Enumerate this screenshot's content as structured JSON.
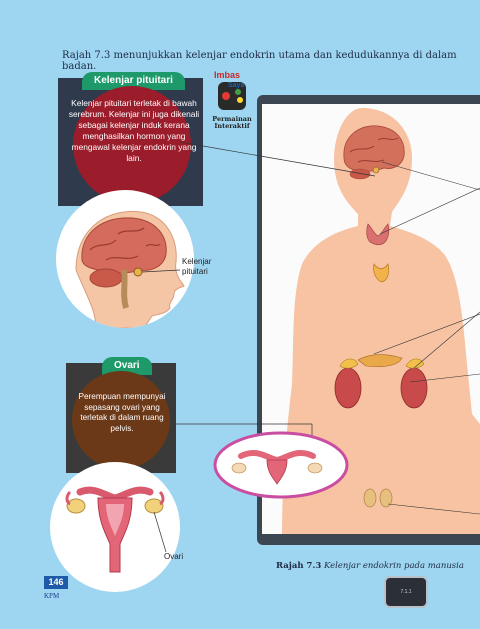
{
  "intro": "Rajah 7.3 menunjukkan kelenjar endokrin utama dan kedudukannya di dalam badan.",
  "pituitari": {
    "title": "Kelenjar pituitari",
    "text": "Kelenjar pituitari terletak di bawah serebrum. Kelenjar ini juga dikenali sebagai kelenjar induk kerana menghasilkan hormon yang mengawal kelenjar endokrin yang lain.",
    "label": "Kelenjar pituitari"
  },
  "ovari": {
    "title": "Ovari",
    "text": "Perempuan mempunyai sepasang ovari yang terletak di dalam ruang pelvis.",
    "label": "Ovari"
  },
  "imbas": {
    "badge_top": "Imbas",
    "badge_bottom": "Saya",
    "caption_line1": "Permainan",
    "caption_line2": "Interaktif"
  },
  "figure": {
    "caption_bold": "Rajah 7.3",
    "caption_italic": "Kelenjar endokrin pada manusia"
  },
  "footer": {
    "page_number": "146",
    "publisher": "KPM",
    "chip_label": "7.1.1"
  },
  "colors": {
    "background": "#9ed6f2",
    "tag_green": "#1e9a6a",
    "pituitari_bubble": "#9b1c2a",
    "ovari_bubble": "#6b3818",
    "skin": "#f7c3a3",
    "oval_outline": "#c94ea2"
  }
}
